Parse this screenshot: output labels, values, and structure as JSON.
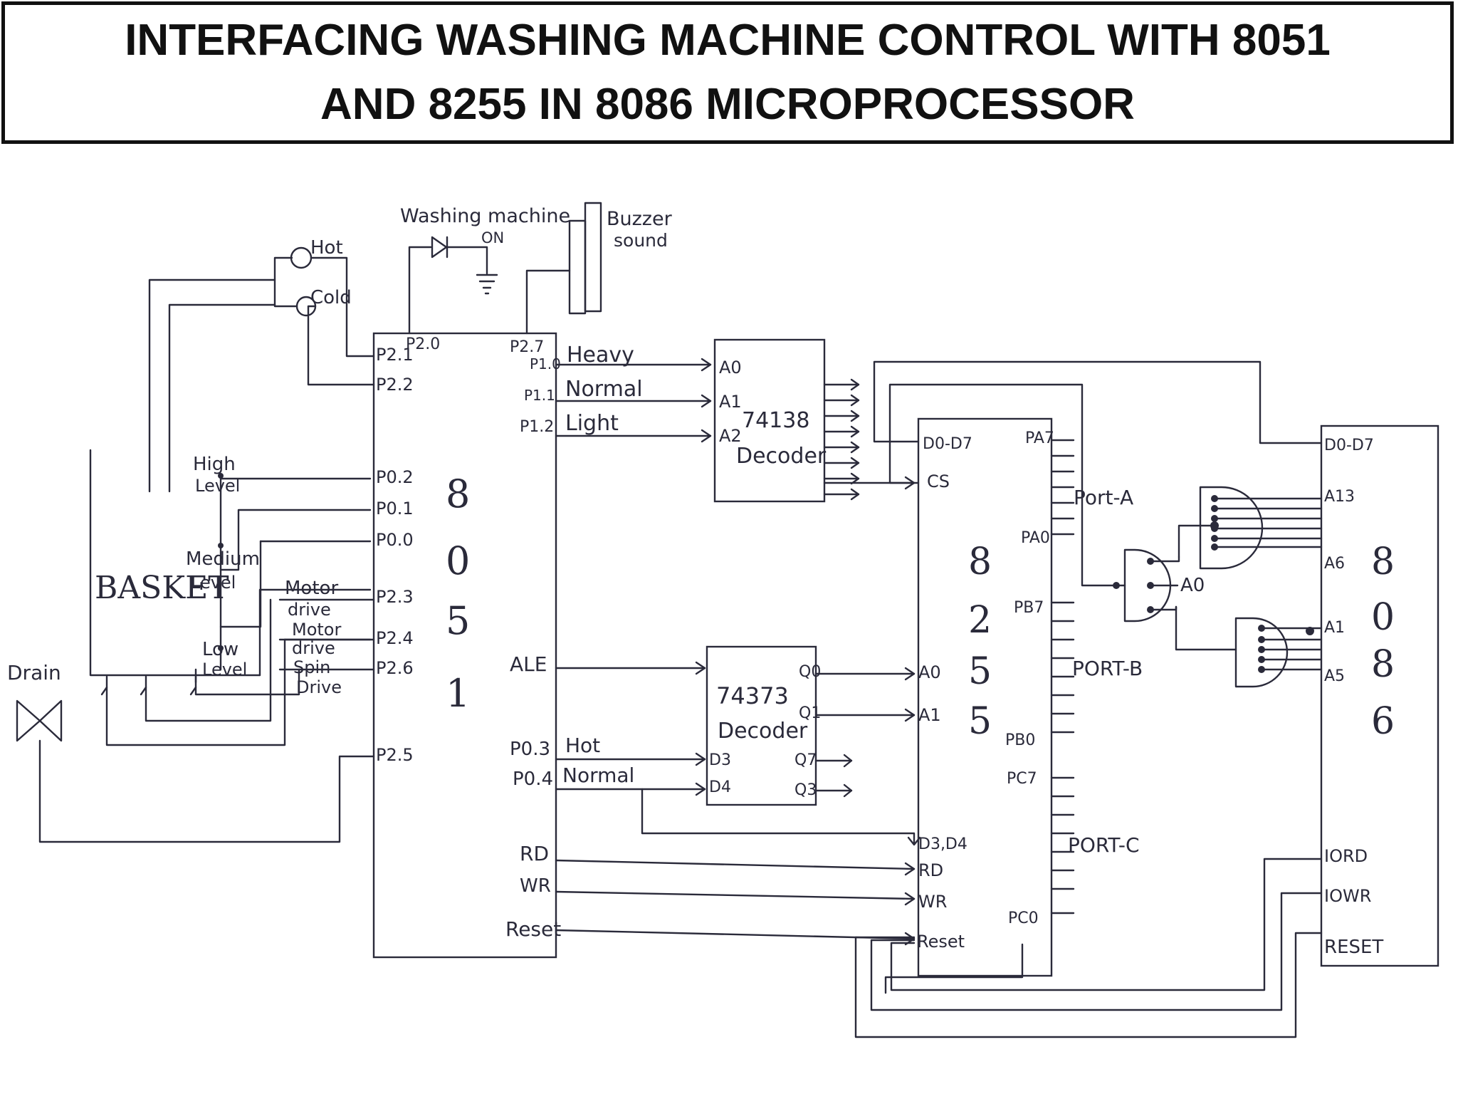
{
  "title": {
    "line1": "INTERFACING WASHING MACHINE CONTROL WITH 8051",
    "line2": "AND 8255 IN 8086 MICROPROCESSOR"
  },
  "peripherals": {
    "washing_machine_on": [
      "Washing machine",
      "ON"
    ],
    "buzzer": [
      "Buzzer",
      "sound"
    ],
    "hot": "Hot",
    "cold": "Cold",
    "basket": "BASKET",
    "high_level": [
      "High",
      "Level"
    ],
    "medium_level": [
      "Medium",
      "Level"
    ],
    "low_level": [
      "Low",
      "Level"
    ],
    "motor_drive_1": [
      "Motor",
      "drive"
    ],
    "motor_drive_2": [
      "Motor",
      "drive"
    ],
    "spin_drive": [
      "Spin",
      "Drive"
    ],
    "drain": "Drain",
    "heavy": "Heavy",
    "normal": "Normal",
    "light": "Light",
    "hot_in": "Hot",
    "normal_in": "Normal"
  },
  "chip_8051": {
    "name": [
      "8",
      "0",
      "5",
      "1"
    ],
    "left_pins": [
      "P2.1",
      "P2.2",
      "P0.2",
      "P0.1",
      "P0.0",
      "P2.3",
      "P2.4",
      "P2.6",
      "P2.5"
    ],
    "top_pins": [
      "P2.0",
      "P2.7"
    ],
    "right_pins": [
      "P1.0",
      "P1.1",
      "P1.2",
      "ALE",
      "P0.3",
      "P0.4",
      "RD",
      "WR",
      "Reset"
    ]
  },
  "chip_74138": {
    "name": [
      "74138",
      "Decoder"
    ],
    "inputs": [
      "A0",
      "A1",
      "A2"
    ]
  },
  "chip_74373": {
    "name": [
      "74373",
      "Decoder"
    ],
    "inputs": [
      "D3",
      "D4"
    ],
    "outputs": [
      "Q0",
      "Q1",
      "Q7",
      "Q3"
    ]
  },
  "chip_8255": {
    "name": [
      "8",
      "2",
      "5",
      "5"
    ],
    "left_pins": [
      "D0-D7",
      "CS",
      "A0",
      "A1",
      "D3,D4",
      "RD",
      "WR",
      "Reset"
    ],
    "right_pins": [
      "PA7",
      "PA0",
      "PB7",
      "PB0",
      "PC7",
      "PC0"
    ],
    "ports": [
      "Port-A",
      "PORT-B",
      "PORT-C"
    ]
  },
  "chip_8086": {
    "name": [
      "8",
      "0",
      "8",
      "6"
    ],
    "pins": [
      "D0-D7",
      "A13",
      "A6",
      "A1",
      "A5",
      "IORD",
      "IOWR",
      "RESET"
    ]
  },
  "gate_labels": {
    "a0": "A0"
  }
}
